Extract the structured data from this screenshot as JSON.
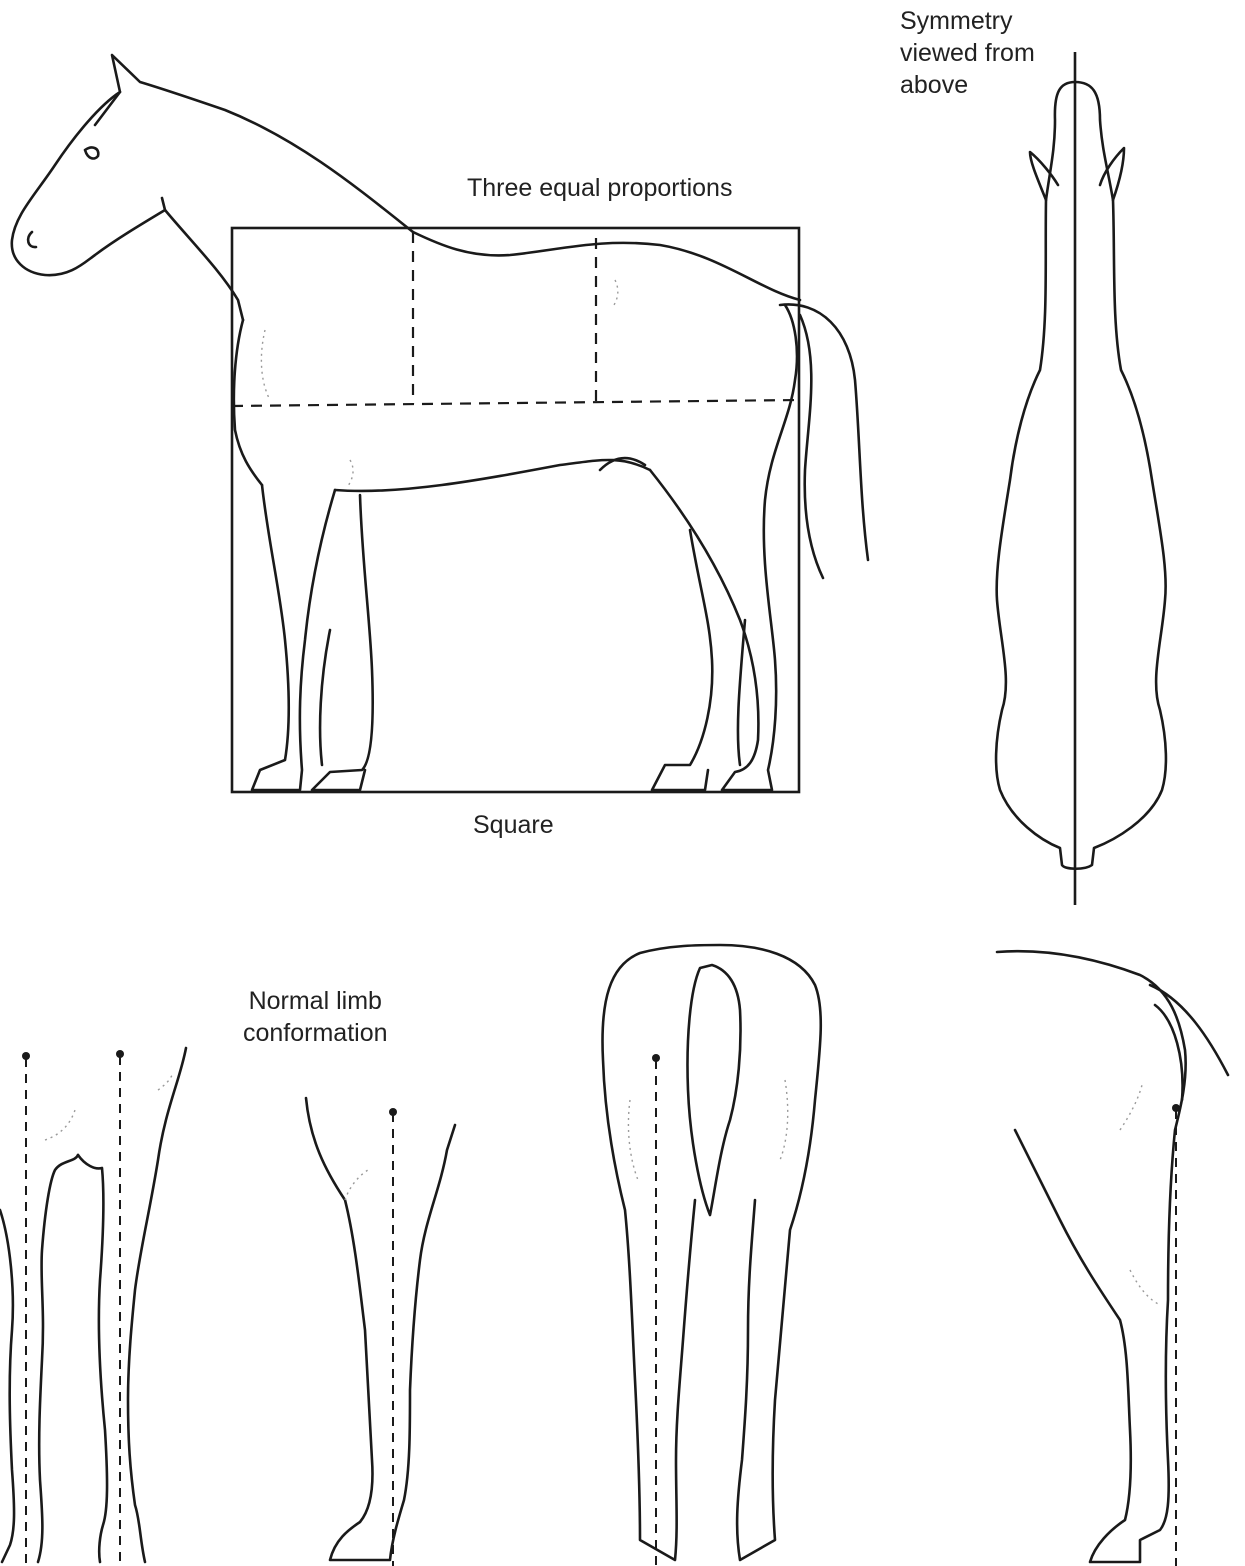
{
  "labels": {
    "symmetry": "Symmetry\nviewed from\nabove",
    "three_equal": "Three equal proportions",
    "square": "Square",
    "normal_limb": "Normal limb\nconformation"
  }
}
